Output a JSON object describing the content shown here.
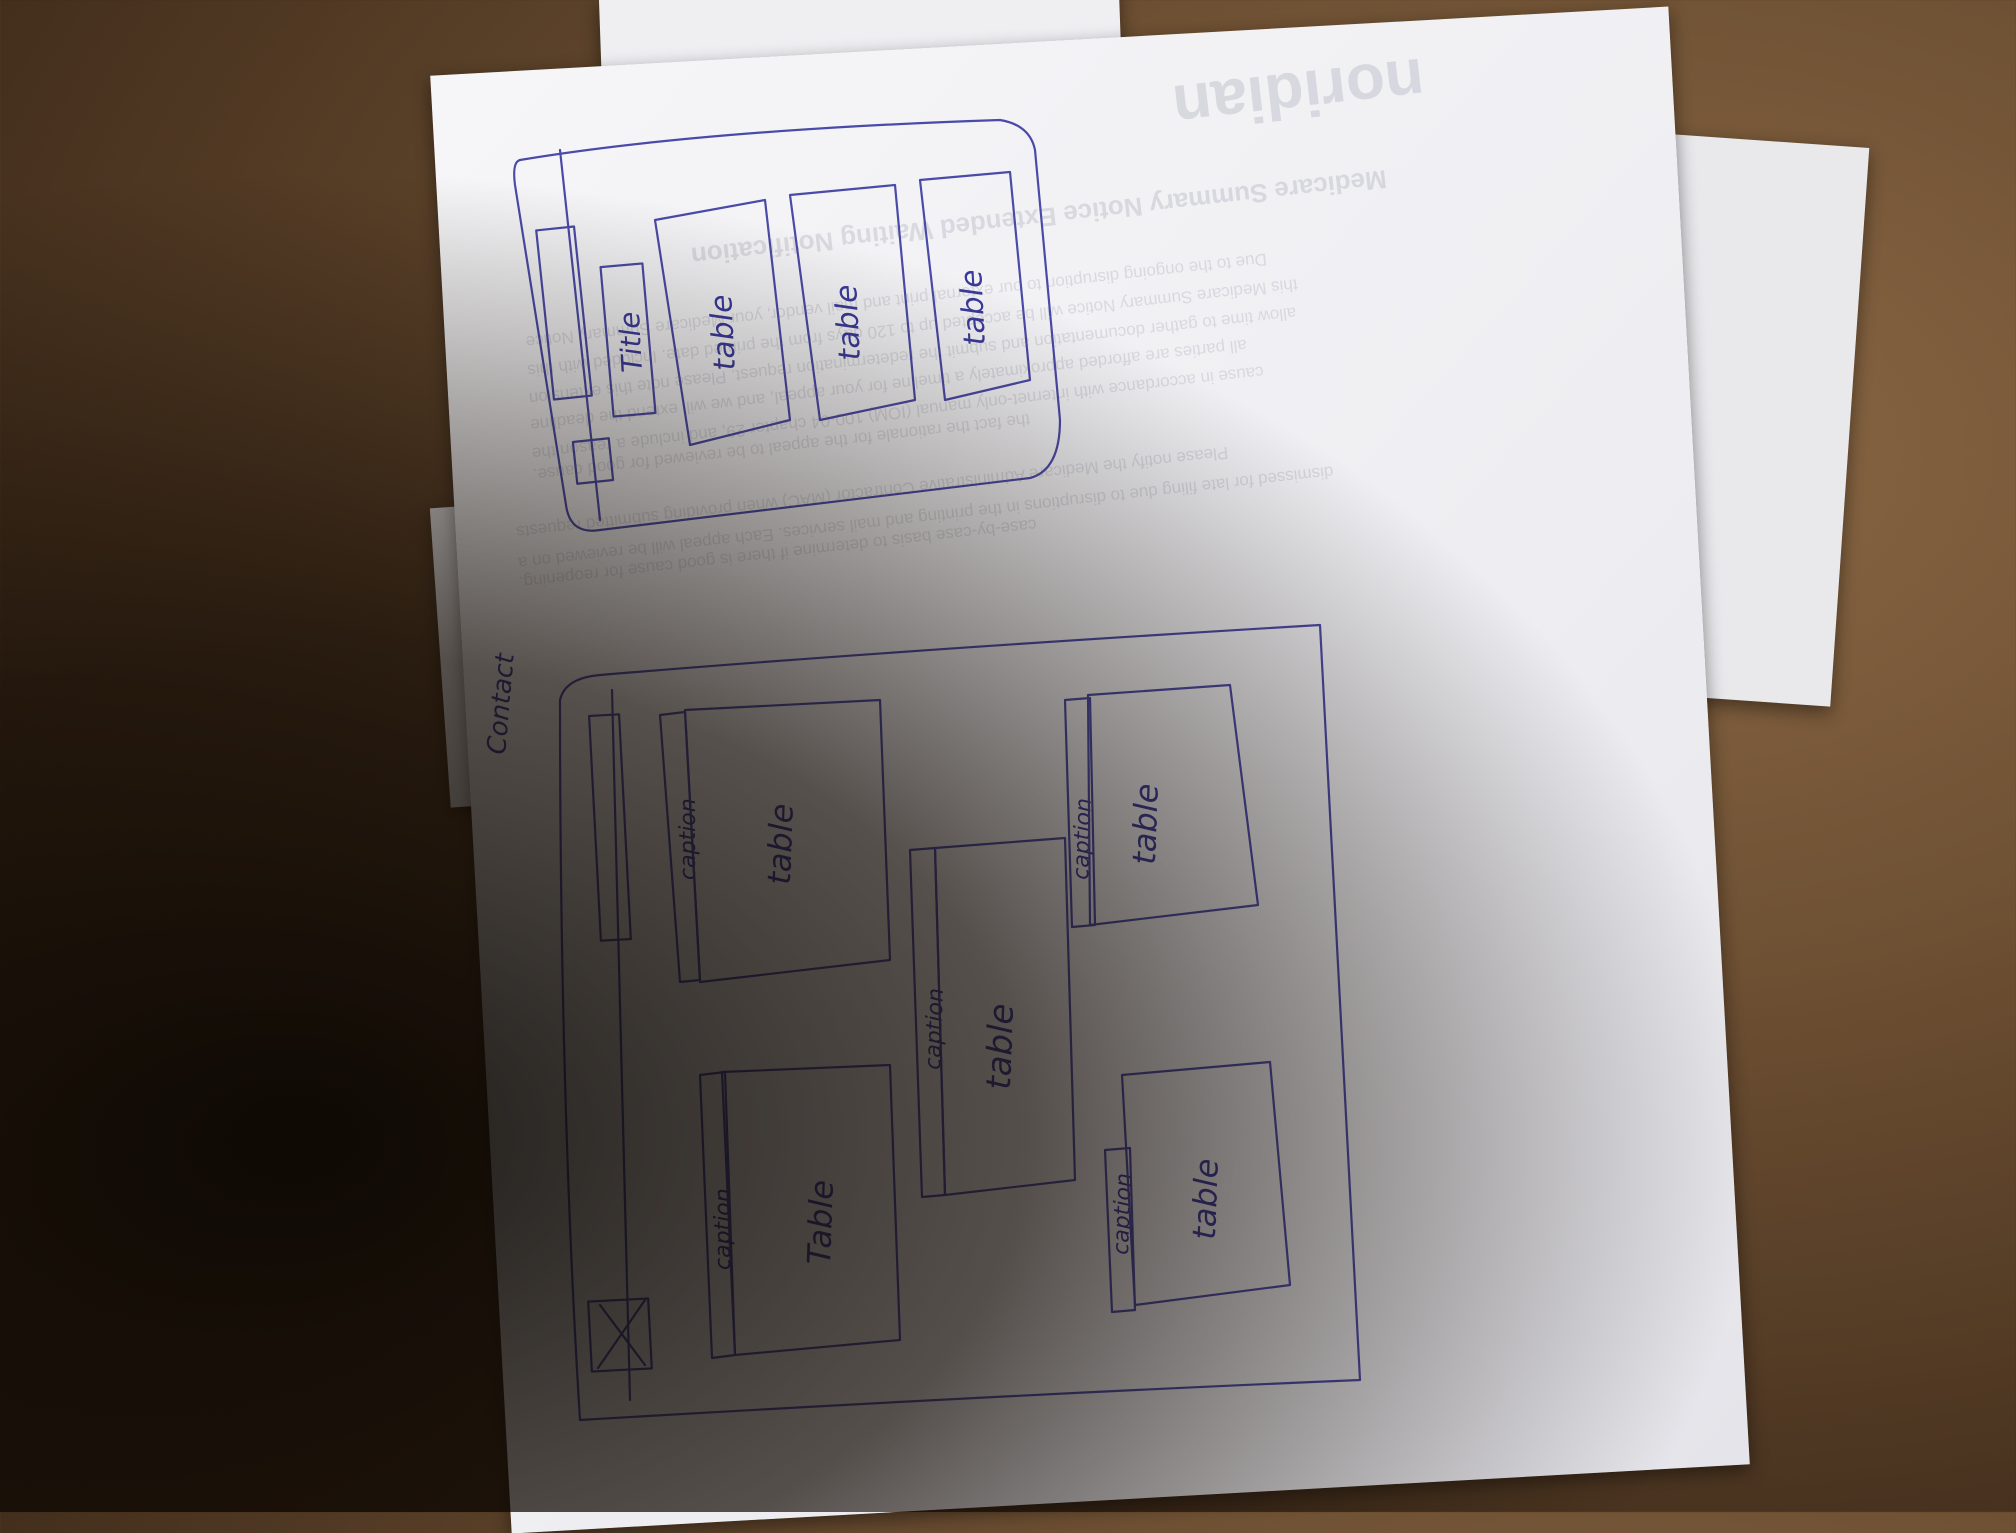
{
  "background": {
    "surface": "brown leather",
    "color": "#6e5033"
  },
  "ink_color": "#4a4aa8",
  "sheet_background_text": {
    "logo": "noridian",
    "heading": "Medicare Summary Notice Extended Waiting Notification",
    "lines": [
      "Due to the ongoing disruption to our external print and mail vendor, your Medicare Summary Notice",
      "this Medicare Summary Notice will be accepted up to 120 days from the printed date. Included with this",
      "allow time to gather documentation and submit the redetermination request. Please note this extension",
      "all parties are afforded approximately a timeline for your appeal, and we will extend the deadline",
      "cause in accordance with internet-only manual (IOM) 100-04 chapter 29, and include a reason the",
      "the fact the rationale for the appeal to be reviewed for good cause."
    ],
    "lines_2": [
      "Please notify the Medicare Administrative Contractor (MAC) when providing submitted requests",
      "dismissed for late filing due to disruptions in the printing and mail services. Each appeal will be reviewed on a",
      "case-by-case basis to determine if there is good cause for reopening."
    ]
  },
  "sketch_mobile": {
    "title_label": "Title",
    "tables": [
      "table",
      "table",
      "table"
    ]
  },
  "sketch_desktop": {
    "side_note": "Contact",
    "panels": [
      {
        "caption": "caption",
        "table": "table"
      },
      {
        "caption": "caption",
        "table": "Table"
      },
      {
        "caption": "caption",
        "table": "table"
      },
      {
        "caption": "caption",
        "table": "table"
      },
      {
        "caption": "caption",
        "table": "table"
      }
    ]
  }
}
